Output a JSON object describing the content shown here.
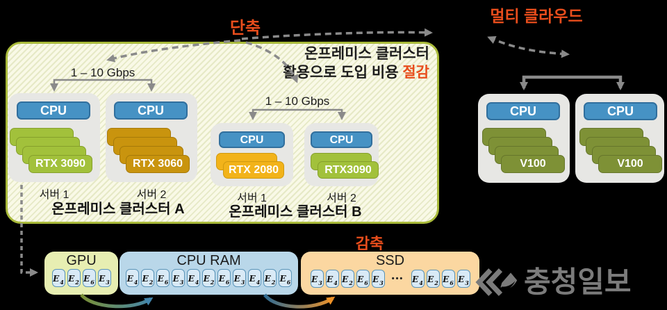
{
  "palette": {
    "accent_red": "#e84d1c",
    "cpu_blue": "#4692c4",
    "gpu_green": "#a2c13b",
    "gpu_gold": "#c9940e",
    "gpu_yellow": "#f2b31a",
    "gpu_olive": "#7e9136",
    "box_border_green": "#a9ba3a",
    "arrow_gray": "#8a8a8a",
    "mem_gpu_bg": "#e7eeb2",
    "mem_ram_bg": "#b9d7e9",
    "mem_ssd_bg": "#fbd7a1"
  },
  "annotations": {
    "shorten_label": "단축",
    "multicloud_label": "멀티 클라우드",
    "reduce_label": "감축"
  },
  "onprem_box": {
    "title_line1": "온프레미스 클러스터",
    "title_line2_prefix": "활용으로 도입 비용 ",
    "title_line2_highlight": "절감",
    "clusters": [
      {
        "name": "온프레미스 클러스터 A",
        "bandwidth": "1 – 10 Gbps",
        "servers": [
          {
            "label": "서버 1",
            "cpu": "CPU",
            "gpu": "RTX 3090",
            "gpu_count": 4,
            "color": "#a2c13b",
            "border": "#86a02c"
          },
          {
            "label": "서버 2",
            "cpu": "CPU",
            "gpu": "RTX 3060",
            "gpu_count": 4,
            "color": "#c9940e",
            "border": "#a67a09"
          }
        ]
      },
      {
        "name": "온프레미스 클러스터 B",
        "bandwidth": "1 – 10 Gbps",
        "servers": [
          {
            "label": "서버 1",
            "cpu": "CPU",
            "gpu": "RTX 2080",
            "gpu_count": 2,
            "color": "#f2b31a",
            "border": "#d09a10"
          },
          {
            "label": "서버 2",
            "cpu": "CPU",
            "gpu": "RTX3090",
            "gpu_count": 2,
            "color": "#a2c13b",
            "border": "#86a02c"
          }
        ]
      }
    ]
  },
  "cloud": {
    "servers": [
      {
        "cpu": "CPU",
        "gpu": "V100",
        "gpu_count": 4,
        "color": "#7e9136",
        "border": "#66762b"
      },
      {
        "cpu": "CPU",
        "gpu": "V100",
        "gpu_count": 4,
        "color": "#7e9136",
        "border": "#66762b"
      }
    ]
  },
  "memory": {
    "gpu": {
      "label": "GPU",
      "cells": [
        "E4",
        "E2",
        "E6",
        "E3"
      ]
    },
    "cpu_ram": {
      "label": "CPU RAM",
      "cells": [
        "E4",
        "E2",
        "E6",
        "E3",
        "E4",
        "E2",
        "E6",
        "E3",
        "E4",
        "E2",
        "E6"
      ]
    },
    "ssd": {
      "label": "SSD",
      "cells_before": [
        "E3",
        "E4",
        "E2",
        "E6",
        "E3"
      ],
      "ellipsis": "•••",
      "cells_after": [
        "E4",
        "E2",
        "E6",
        "E3"
      ]
    }
  },
  "logo": {
    "text": "충청일보"
  }
}
